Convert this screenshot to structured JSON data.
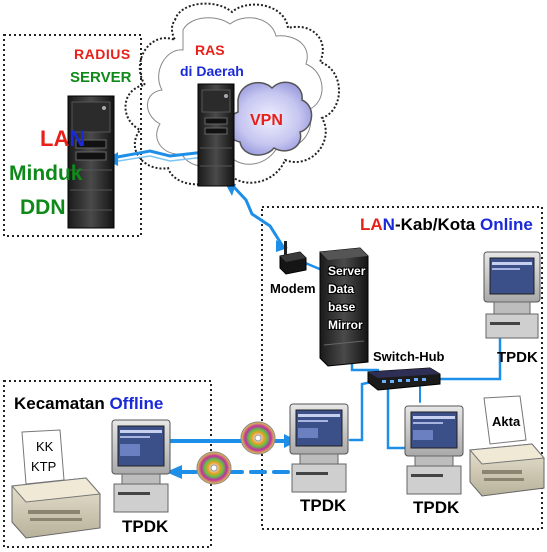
{
  "radius": {
    "title_line1": "RADIUS",
    "title_line2": "SERVER",
    "lan_prefix": "LA",
    "lan_suffix": "N",
    "line2": "Minduk",
    "line3": "DDN"
  },
  "ras": {
    "line1": "RAS",
    "line2": "di Daerah",
    "vpn": "VPN"
  },
  "lan_kab": {
    "lan_prefix": "LA",
    "lan_suffix": "N",
    "middle": "-Kab/Kota",
    "status": "Online",
    "modem": "Modem",
    "server_lines": [
      "Server",
      "Data",
      "base",
      "Mirror"
    ],
    "switch": "Switch-Hub",
    "tpdk_right": "TPDK",
    "tpdk_mid1": "TPDK",
    "tpdk_mid2": "TPDK",
    "akta": "Akta"
  },
  "kecamatan": {
    "title": "Kecamatan",
    "status": "Offline",
    "kk": "KK",
    "ktp": "KTP",
    "tpdk": "TPDK"
  },
  "colors": {
    "link_blue": "#1e8fe8",
    "red": "#e8201a",
    "green": "#0f8a1a",
    "blue": "#1a2ad8"
  }
}
